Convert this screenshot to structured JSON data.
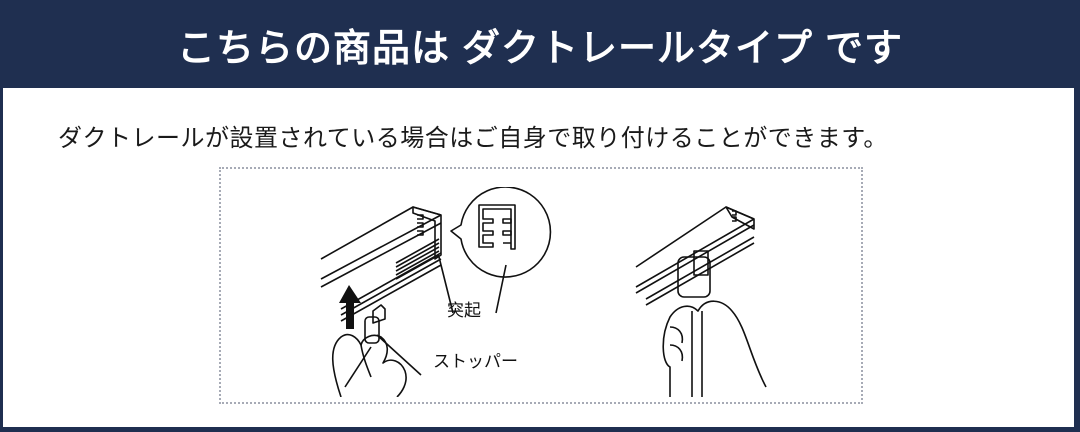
{
  "header": {
    "title_part1": "こちらの商品は",
    "title_part2": "ダクトレールタイプ",
    "title_part3": "です"
  },
  "body": {
    "lead_text": "ダクトレールが設置されている場合はご自身で取り付けることができます。"
  },
  "figure": {
    "left_illustration": {
      "callout_label": "突起",
      "stopper_label": "ストッパー",
      "arrow_direction": "up"
    },
    "right_illustration": {}
  },
  "colors": {
    "frame": "#1f2f50",
    "header_text": "#ffffff",
    "panel_bg": "#ffffff",
    "dotted_border": "#a7abb6",
    "body_text": "#1a1a1a"
  }
}
